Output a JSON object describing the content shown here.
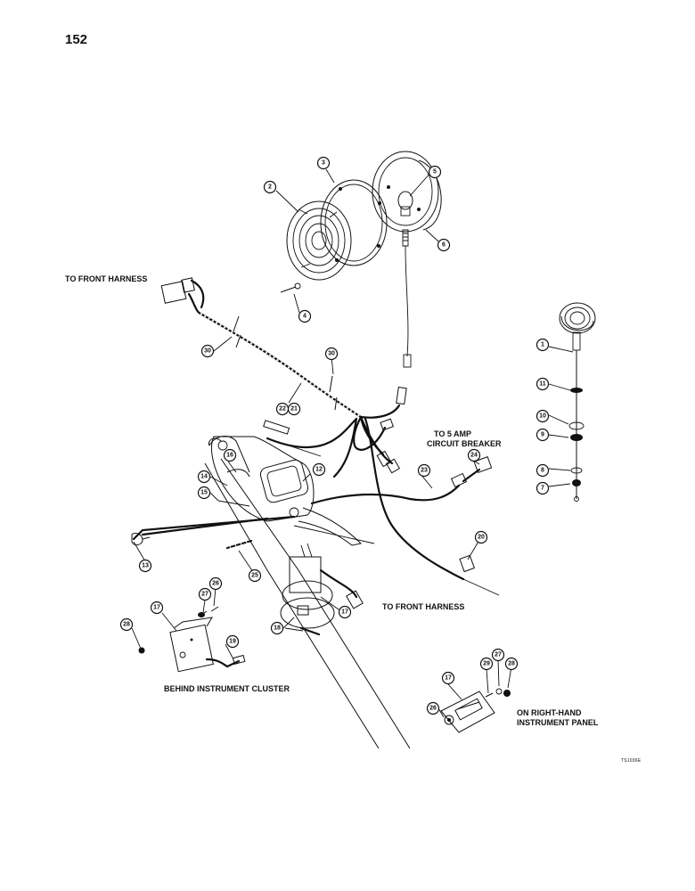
{
  "page_number": "152",
  "drawing_code": "TS1036E",
  "labels": {
    "to_front_harness_top": "TO FRONT HARNESS",
    "to_5_amp_line1": "TO 5 AMP",
    "to_5_amp_line2": "CIRCUIT BREAKER",
    "to_front_harness_bottom": "TO FRONT HARNESS",
    "behind_cluster": "BEHIND INSTRUMENT CLUSTER",
    "right_panel_line1": "ON RIGHT-HAND",
    "right_panel_line2": "INSTRUMENT PANEL"
  },
  "callouts": [
    "1",
    "2",
    "3",
    "4",
    "5",
    "6",
    "7",
    "8",
    "9",
    "10",
    "11",
    "12",
    "13",
    "14",
    "15",
    "16",
    "17",
    "18",
    "19",
    "20",
    "21",
    "22",
    "23",
    "24",
    "25",
    "26",
    "27",
    "28",
    "29",
    "30"
  ]
}
